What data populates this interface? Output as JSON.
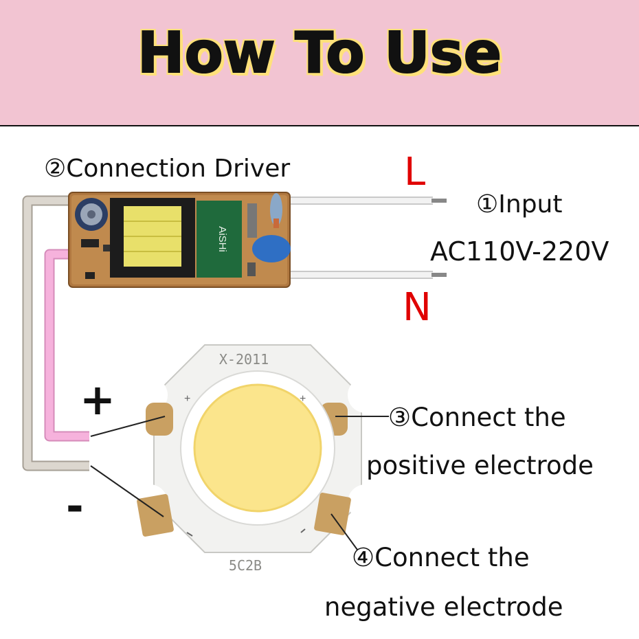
{
  "banner": {
    "title": "How To Use"
  },
  "labels": {
    "driver": "②Connection Driver",
    "input": "①Input",
    "voltage": "AC110V-220V",
    "live": "L",
    "neutral": "N",
    "plus": "+",
    "minus": "-",
    "positive_line1": "③Connect the",
    "positive_line2": "positive electrode",
    "negative_line1": "④Connect the",
    "negative_line2": "negative electrode"
  },
  "driver_board": {
    "brand_marking": "AiSHi"
  },
  "led_chip": {
    "top_marking": "X-2011",
    "bottom_marking": "5C2B"
  },
  "colors": {
    "banner_bg": "#f2c4d2",
    "title_glow": "#ffe17a",
    "line_letters": "#e00000",
    "positive_wire": "#f4a8d8",
    "negative_wire": "#d9d4cc",
    "led_face": "#fbe58c"
  }
}
